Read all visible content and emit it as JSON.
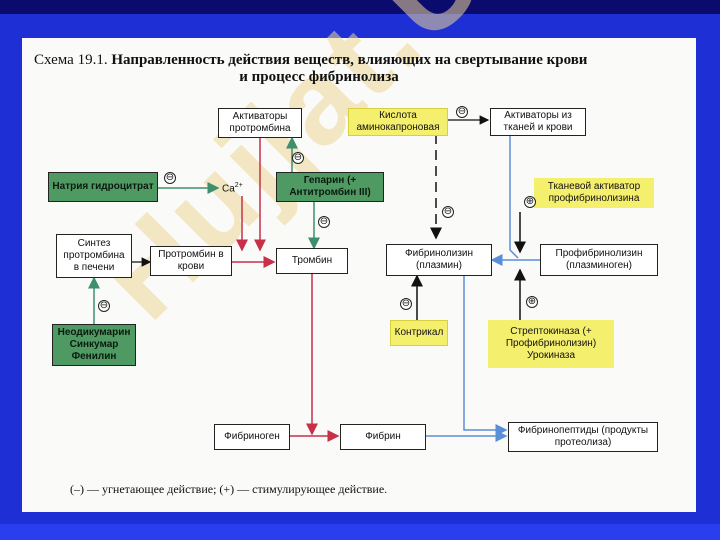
{
  "title": {
    "number": "Схема 19.1.",
    "line1": "Направленность действия веществ, влияющих на свертывание крови",
    "line2": "и процесс фибринолиза"
  },
  "nodes": {
    "activators_prothrombin": "Активаторы протромбина",
    "aminocaproic": "Кислота аминокапроновая",
    "tissue_activators": "Активаторы из тканей и крови",
    "sodium_citrate": "Натрия гидроцитрат",
    "ca_label": "Ca",
    "ca_sup": "2+",
    "heparin": "Гепарин (+ Антитромбин III)",
    "tissue_plasminogen_activator": "Тканевой активатор профибринолизина",
    "synthesis": "Синтез протромбина в печени",
    "prothrombin_blood": "Протромбин в крови",
    "thrombin": "Тромбин",
    "fibrinolysin": "Фибринолизин (плазмин)",
    "profibrinolysin": "Профибринолизин (плазминоген)",
    "anticoagulants": "Неодикумарин Синкумар Фенилин",
    "contrical": "Контрикал",
    "streptokinase": "Стрептокиназа (+ Профибринолизин) Урокиназа",
    "fibrinogen": "Фибриноген",
    "fibrin": "Фибрин",
    "fibrinopeptides": "Фибринопептиды (продукты протеолиза)"
  },
  "symbols": {
    "minus": "⊖",
    "plus": "⊕"
  },
  "legend": "(–) — угнетающее действие; (+) — стимулирующее действие.",
  "watermark": "Hujjat.Uz",
  "colors": {
    "red_arrow": "#c8304a",
    "green_arrow": "#3f8f6c",
    "blue_arrow": "#5a8fd8",
    "black_arrow": "#111111",
    "green_box": "#4f9a63",
    "yellow_box": "#f5ef6e",
    "background": "#1e2fd6"
  }
}
